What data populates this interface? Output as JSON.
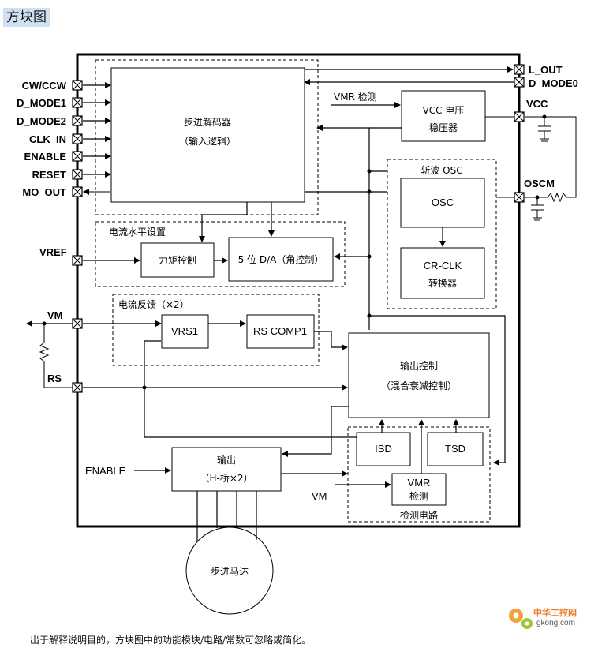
{
  "page_title": "方块图",
  "footnote": "出于解释说明目的，方块图中的功能模块/电路/常数可忽略或简化。",
  "watermark": {
    "line1": "中华工控网",
    "line2": "gkong.com"
  },
  "pins_left": {
    "cw_ccw": "CW/CCW",
    "d_mode1": "D_MODE1",
    "d_mode2": "D_MODE2",
    "clk_in": "CLK_IN",
    "enable": "ENABLE",
    "reset": "RESET",
    "mo_out": "MO_OUT",
    "vref": "VREF",
    "vm": "VM",
    "rs": "RS"
  },
  "pins_right": {
    "l_out": "L_OUT",
    "d_mode0": "D_MODE0",
    "vcc": "VCC",
    "oscm": "OSCM"
  },
  "blocks": {
    "decoder_line1": "步进解码器",
    "decoder_line2": "（输入逻辑）",
    "vcc_reg_line1": "VCC 电压",
    "vcc_reg_line2": "稳压器",
    "osc_group": "斩波 OSC",
    "osc": "OSC",
    "crclk_line1": "CR-CLK",
    "crclk_line2": "转换器",
    "current_level_group": "电流水平设置",
    "torque_ctrl": "力矩控制",
    "da": "5 位 D/A（角控制）",
    "current_fb_group": "电流反馈（×2）",
    "vrs1": "VRS1",
    "rscomp1": "RS COMP1",
    "output_ctrl_line1": "输出控制",
    "output_ctrl_line2": "（混合衰减控制）",
    "isd": "ISD",
    "tsd": "TSD",
    "vmr_line1": "VMR",
    "vmr_line2": "检测",
    "detect_group": "检测电路",
    "output_line1": "输出",
    "output_line2": "（H-桥×2）",
    "motor": "步进马达"
  },
  "signals": {
    "vmr_detect": "VMR 检测",
    "enable_in": "ENABLE",
    "vm_in": "VM"
  }
}
